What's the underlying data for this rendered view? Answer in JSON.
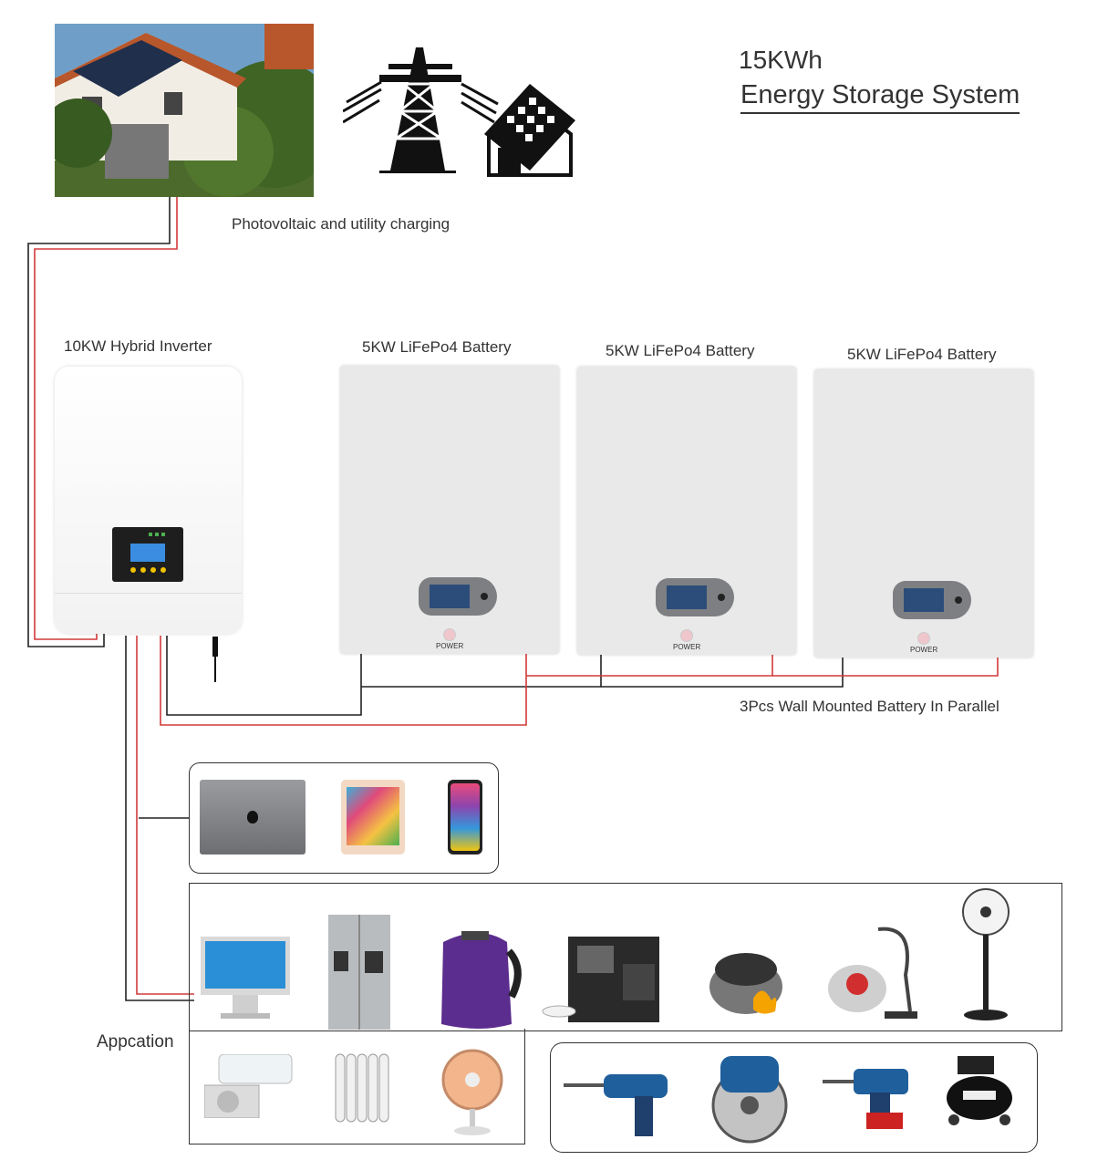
{
  "title": {
    "line1": "15KWh",
    "line2": "Energy Storage System"
  },
  "charging_label": "Photovoltaic and utility charging",
  "inverter_label": "10KW Hybrid Inverter",
  "batteries": [
    {
      "label": "5KW LiFePo4 Battery",
      "power": "POWER"
    },
    {
      "label": "5KW LiFePo4 Battery",
      "power": "POWER"
    },
    {
      "label": "5KW LiFePo4 Battery",
      "power": "POWER"
    }
  ],
  "parallel_label": "3Pcs Wall Mounted Battery In Parallel",
  "application_label": "Appcation",
  "devices": {
    "small": [
      "laptop",
      "tablet",
      "smartphone"
    ],
    "home": [
      "monitor",
      "refrigerator",
      "kettle",
      "coffee-machine",
      "rice-cooker",
      "vacuum-cleaner",
      "standing-fan"
    ],
    "home_row2": [
      "air-conditioner",
      "oil-heater",
      "halogen-heater"
    ],
    "tools": [
      "electric-drill",
      "circular-saw",
      "rotary-hammer",
      "air-compressor"
    ]
  },
  "colors": {
    "positive_wire": "#d23a3a",
    "negative_wire": "#222222"
  }
}
